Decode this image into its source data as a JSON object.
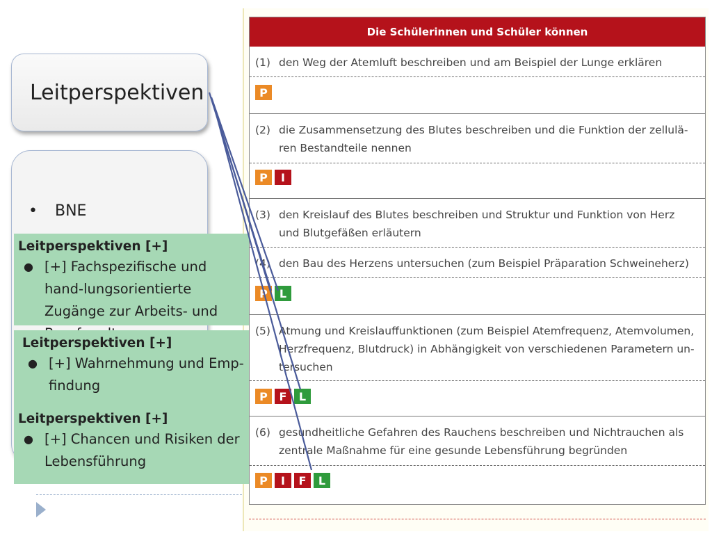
{
  "table": {
    "header": "Die Schülerinnen und Schüler können",
    "rows": [
      {
        "num": "(1)",
        "text": "den Weg der Atemluft beschreiben und am Beispiel der Lunge erklären",
        "badges": [
          "P"
        ]
      },
      {
        "num": "(2)",
        "text": "die Zusammensetzung des Blutes beschreiben und die Funktion der zellulä-ren Bestandteile nennen",
        "badges": [
          "P",
          "I"
        ]
      },
      {
        "num": "(3)",
        "text": "den Kreislauf des Blutes beschreiben und Struktur und Funktion von Herz und Blutgefäßen erläutern"
      },
      {
        "num": "(4)",
        "text": "den Bau des Herzens untersuchen (zum Beispiel Präparation Schweineherz)",
        "badges": [
          "P",
          "L"
        ]
      },
      {
        "num": "(5)",
        "text": "Atmung und Kreislauffunktionen (zum Beispiel Atemfrequenz, Atemvolumen, Herzfrequenz, Blutdruck) in Abhängigkeit von verschiedenen Parametern un-tersuchen",
        "badges": [
          "P",
          "F",
          "L"
        ]
      },
      {
        "num": "(6)",
        "text": "gesundheitliche Gefahren des Rauchens beschreiben und Nichtrauchen als zentrale Maßnahme für eine gesunde Lebensführung begründen",
        "badges": [
          "P",
          "I",
          "F",
          "L"
        ]
      }
    ]
  },
  "left": {
    "title": "Leitperspektiven",
    "list": [
      {
        "bullet": "•",
        "label": "BNE"
      }
    ]
  },
  "panels": [
    {
      "title": "Leitperspektiven [+]",
      "bullet": "●",
      "text": "[+] Fachspezifische und hand-lungsorientierte Zugänge zur Arbeits- und Berufswelt"
    },
    {
      "title": "Leitperspektiven [+]",
      "bullet": "●",
      "text": "[+] Wahrnehmung und Emp-findung"
    },
    {
      "title": "Leitperspektiven [+]",
      "bullet": "●",
      "text": "[+] Chancen und Risiken der Lebensführung"
    }
  ],
  "colors": {
    "header_red": "#b5121b",
    "badge_orange": "#eb8a26",
    "badge_red": "#b5121b",
    "badge_green": "#2f9b3c",
    "panel_green": "#a6d8b5",
    "connector_line": "#4a5b9a"
  },
  "icons": {
    "navigation": "play-icon"
  }
}
